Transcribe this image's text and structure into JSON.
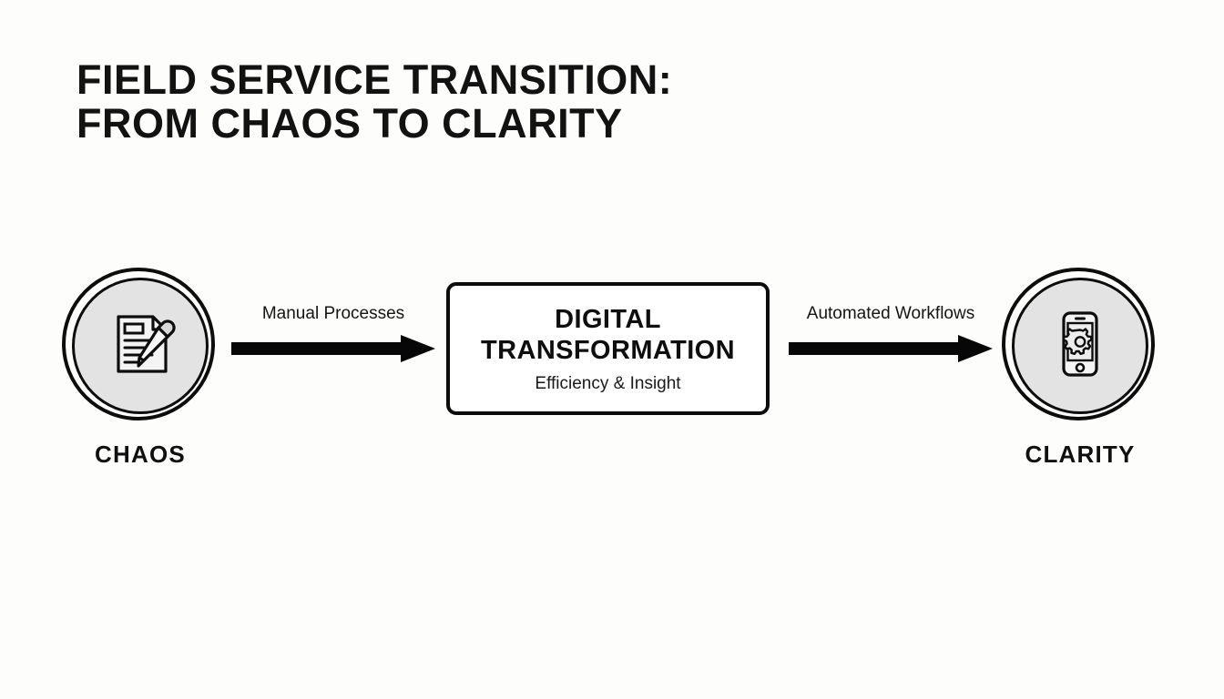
{
  "title": {
    "line1": "FIELD SERVICE TRANSITION:",
    "line2": "FROM CHAOS TO CLARITY"
  },
  "nodes": [
    {
      "id": "chaos",
      "caption": "CHAOS",
      "icon": "document-pencil-icon"
    },
    {
      "id": "clarity",
      "caption": "CLARITY",
      "icon": "smartphone-gear-icon"
    }
  ],
  "arrows": [
    {
      "id": "left-arrow",
      "label": "Manual Processes",
      "direction": "right"
    },
    {
      "id": "right-arrow",
      "label": "Automated Workflows",
      "direction": "right"
    }
  ],
  "center_box": {
    "title_line1": "DIGITAL",
    "title_line2": "TRANSFORMATION",
    "subtitle": "Efficiency & Insight"
  },
  "colors": {
    "background": "#fdfdfc",
    "ink": "#0d0d0d",
    "circle_fill": "#e3e3e3",
    "box_fill": "#ffffff"
  }
}
